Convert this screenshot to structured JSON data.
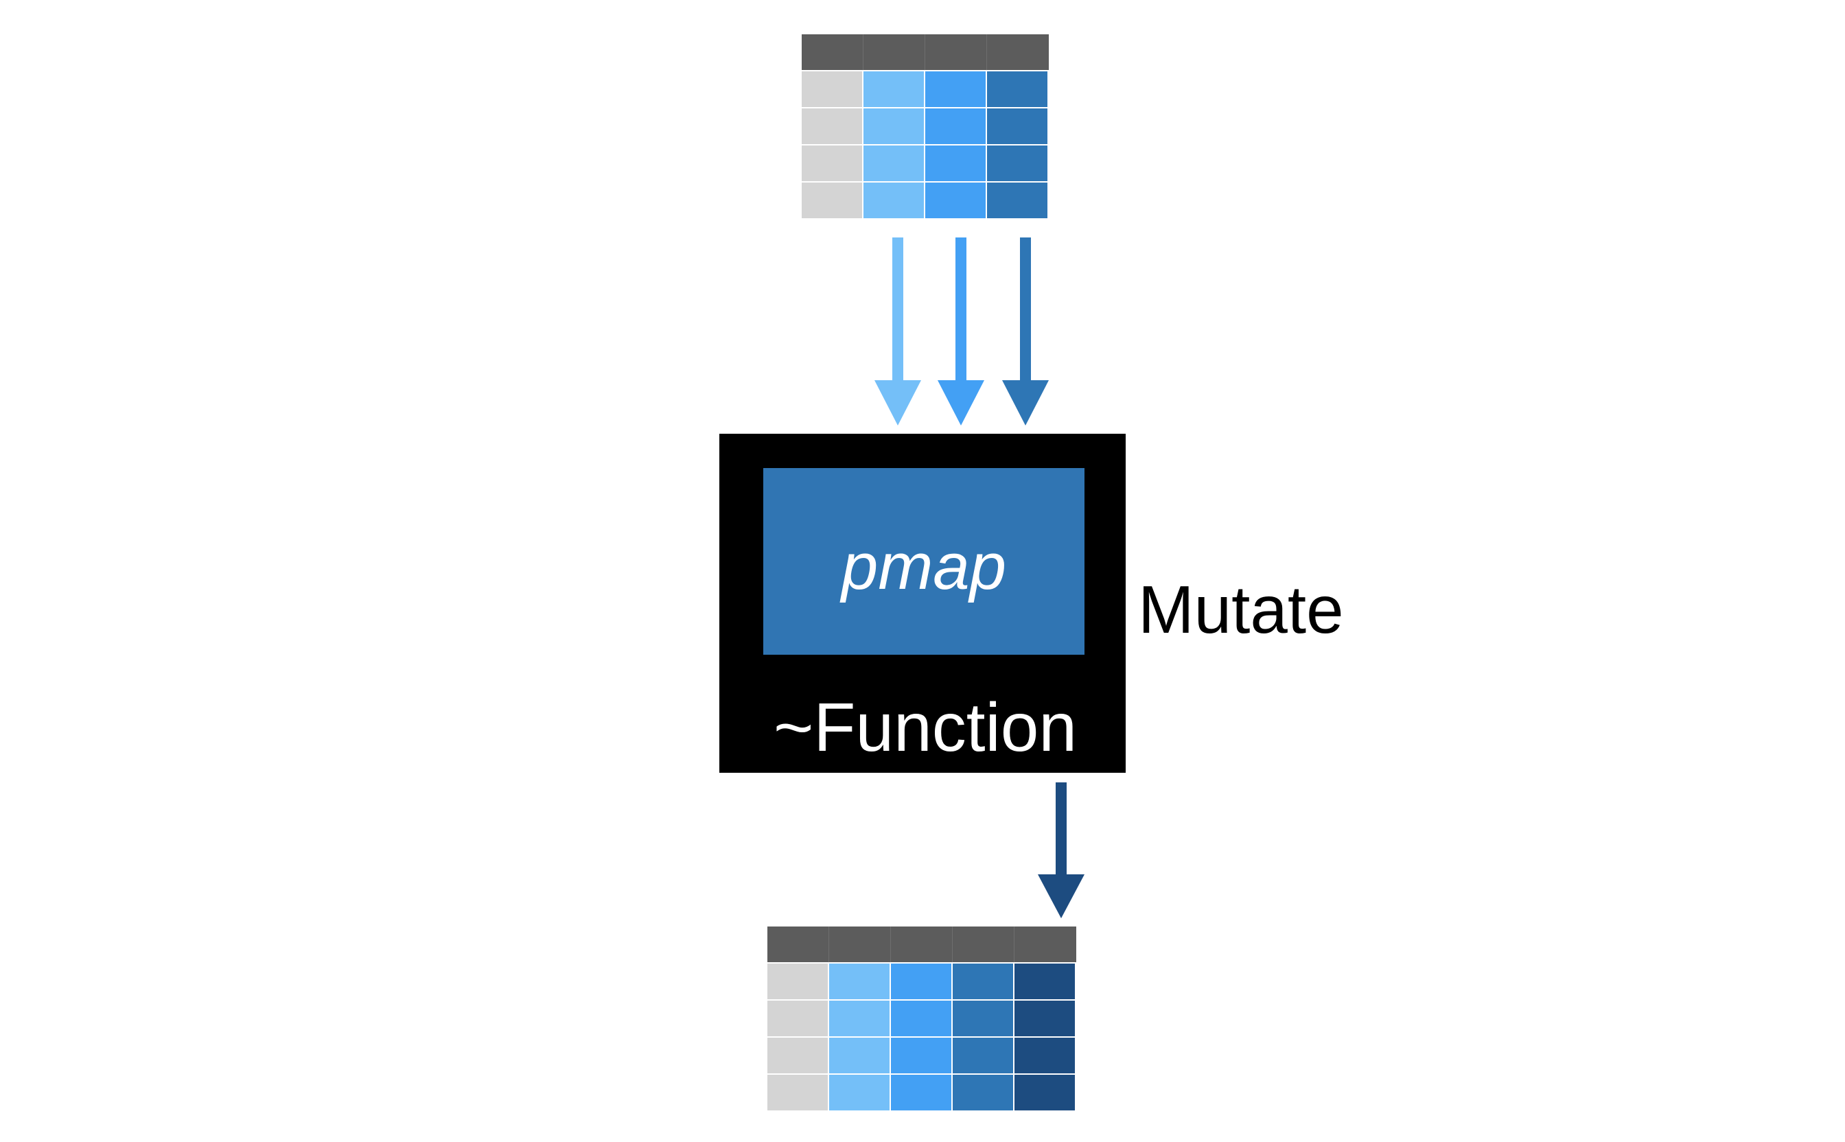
{
  "labels": {
    "inner": "pmap",
    "function": "~Function",
    "side": "Mutate"
  },
  "colors": {
    "header": "#5c5c5c",
    "id_column": "#d4d4d4",
    "col1": "#74bff8",
    "col2": "#43a0f4",
    "col3": "#2e76b5",
    "col4": "#1d4c80",
    "function_box": "#000000",
    "inner_box": "#3075b3",
    "output_arrow": "#1d4c80"
  },
  "input_table": {
    "rows": 4,
    "columns": [
      "id_column",
      "col1",
      "col2",
      "col3"
    ]
  },
  "output_table": {
    "rows": 4,
    "columns": [
      "id_column",
      "col1",
      "col2",
      "col3",
      "col4"
    ]
  },
  "input_arrows": [
    "col1",
    "col2",
    "col3"
  ],
  "output_arrow": "output_arrow"
}
